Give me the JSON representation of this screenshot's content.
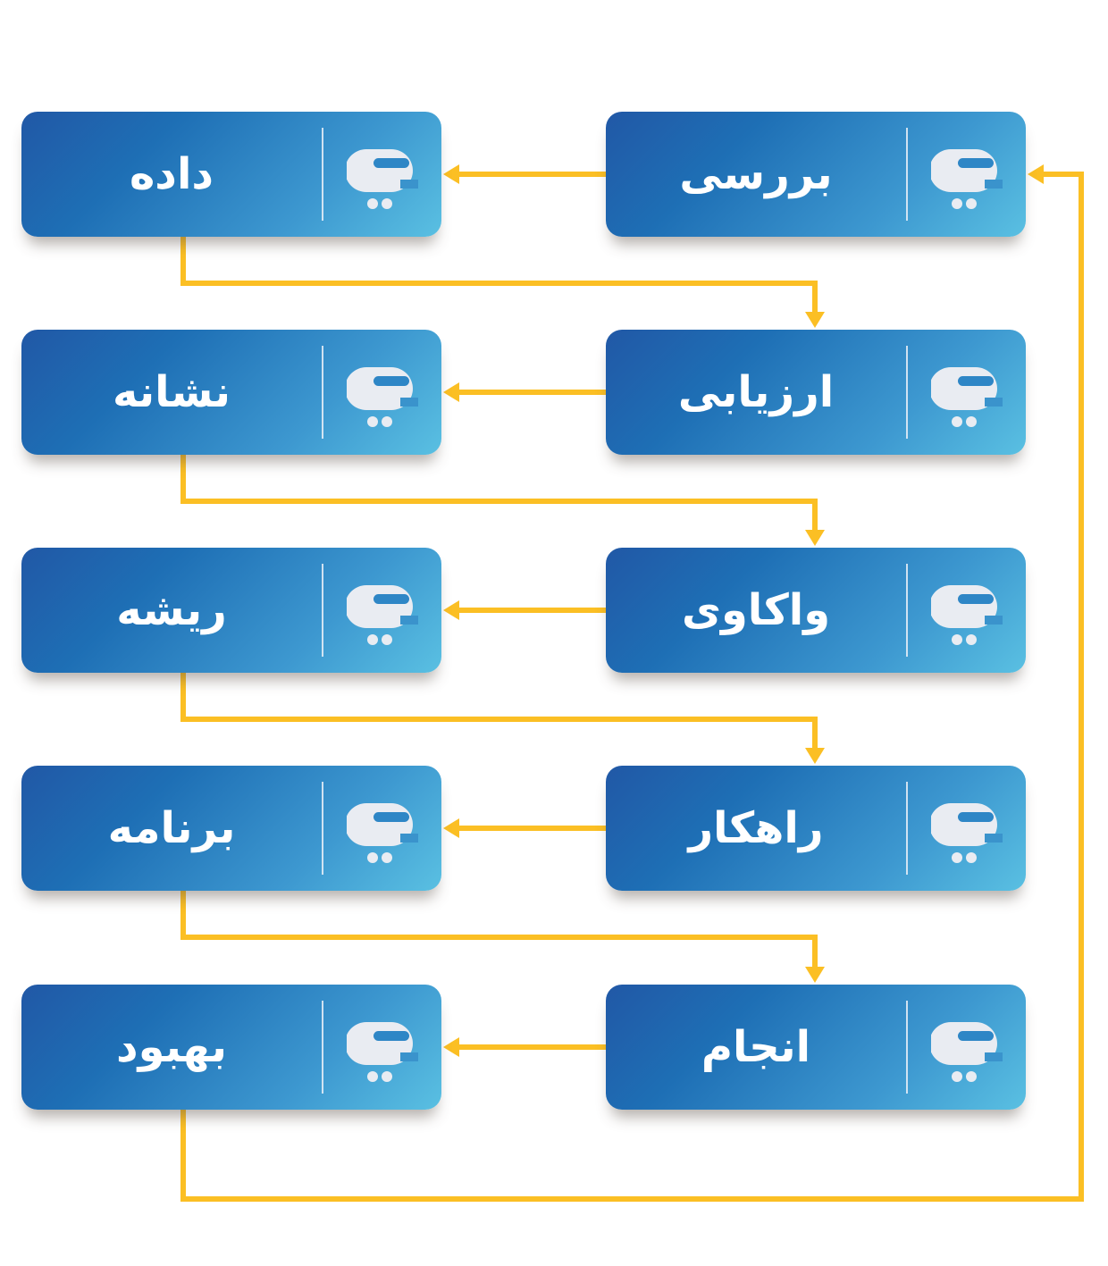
{
  "colors": {
    "connector": "#fbbf24",
    "box_gradient_start": "#2158a6",
    "box_gradient_end": "#5ac0e2",
    "icon": "#e9ecf2",
    "text": "#ffffff"
  },
  "icon": "pe-letter-logo-icon",
  "steps": [
    {
      "order": 1,
      "label": "بررسی"
    },
    {
      "order": 2,
      "label": "داده"
    },
    {
      "order": 3,
      "label": "ارزیابی"
    },
    {
      "order": 4,
      "label": "نشانه"
    },
    {
      "order": 5,
      "label": "واکاوی"
    },
    {
      "order": 6,
      "label": "ریشه"
    },
    {
      "order": 7,
      "label": "راهکار"
    },
    {
      "order": 8,
      "label": "برنامه"
    },
    {
      "order": 9,
      "label": "انجام"
    },
    {
      "order": 10,
      "label": "بهبود"
    }
  ]
}
